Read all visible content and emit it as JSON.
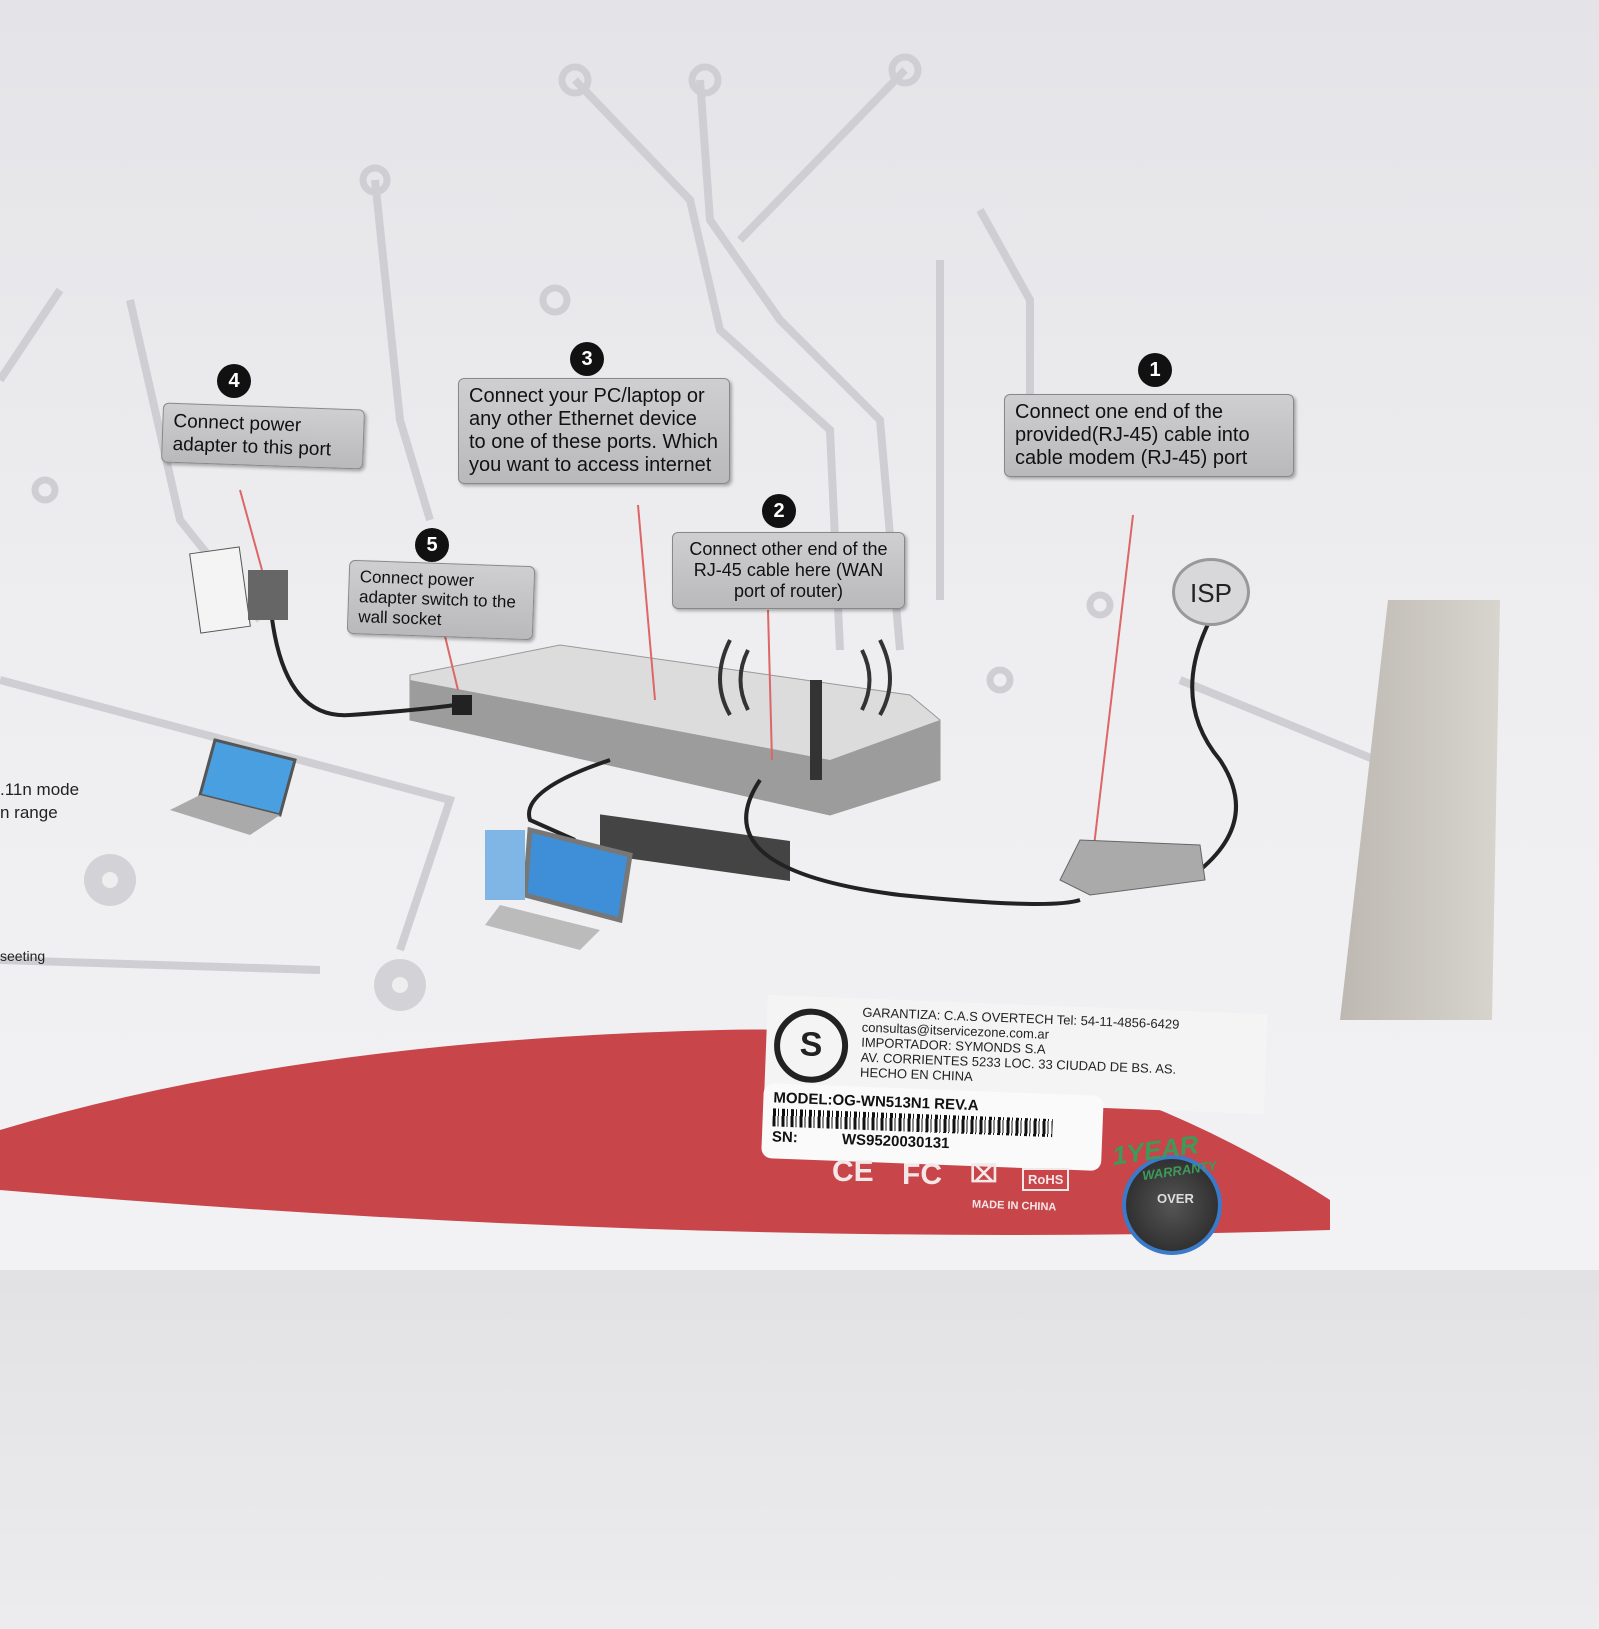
{
  "callouts": [
    {
      "number": "1",
      "text": "Connect one end of the provided(RJ-45) cable into cable modem (RJ-45) port"
    },
    {
      "number": "2",
      "text": "Connect other end of the RJ-45 cable here (WAN port of router)"
    },
    {
      "number": "3",
      "text": "Connect your PC/laptop or any other Ethernet device to one of these ports. Which you want to access internet"
    },
    {
      "number": "4",
      "text": "Connect power adapter to this port"
    },
    {
      "number": "5",
      "text": "Connect power adapter switch to the wall socket"
    }
  ],
  "isp_label": "ISP",
  "left_text": [
    ".11n mode",
    "n range",
    "seeting"
  ],
  "sticker": {
    "lines": [
      "GARANTIZA: C.A.S OVERTECH Tel: 54-11-4856-6429",
      "consultas@itservicezone.com.ar",
      "IMPORTADOR: SYMONDS S.A",
      "AV. CORRIENTES 5233 LOC. 33 CIUDAD DE BS. AS.",
      "HECHO EN CHINA"
    ],
    "model": "MODEL:OG-WN513N1   REV.A",
    "sn_label": "SN:",
    "sn": "WS9520030131"
  },
  "certs": {
    "ce": "CE",
    "fcc": "FC",
    "rohs": "RoHS",
    "made_in": "MADE IN CHINA"
  },
  "warranty_badge": {
    "line1": "1YEAR",
    "line2": "WARRANTY",
    "brand": "OVER"
  },
  "colors": {
    "red": "#c8454a",
    "callout": "#c4c4c6"
  }
}
